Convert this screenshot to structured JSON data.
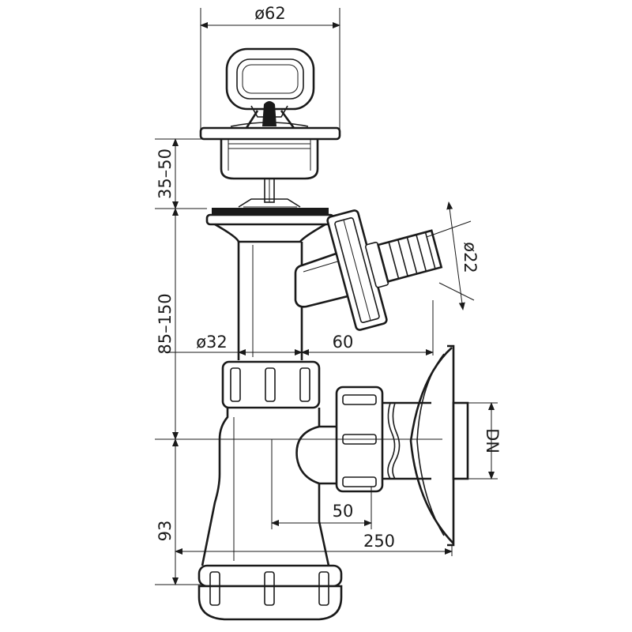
{
  "drawing": {
    "labels": {
      "diameter_top": "ø62",
      "height_adjust": "35–50",
      "height_body": "85–150",
      "diameter_pipe": "ø32",
      "offset_overflow": "60",
      "diameter_hose": "ø22",
      "outlet": "DN",
      "height_trap": "93",
      "offset_outlet": "50",
      "length_total": "250"
    },
    "colors": {
      "line": "#1a1a1a",
      "background": "#ffffff"
    }
  }
}
